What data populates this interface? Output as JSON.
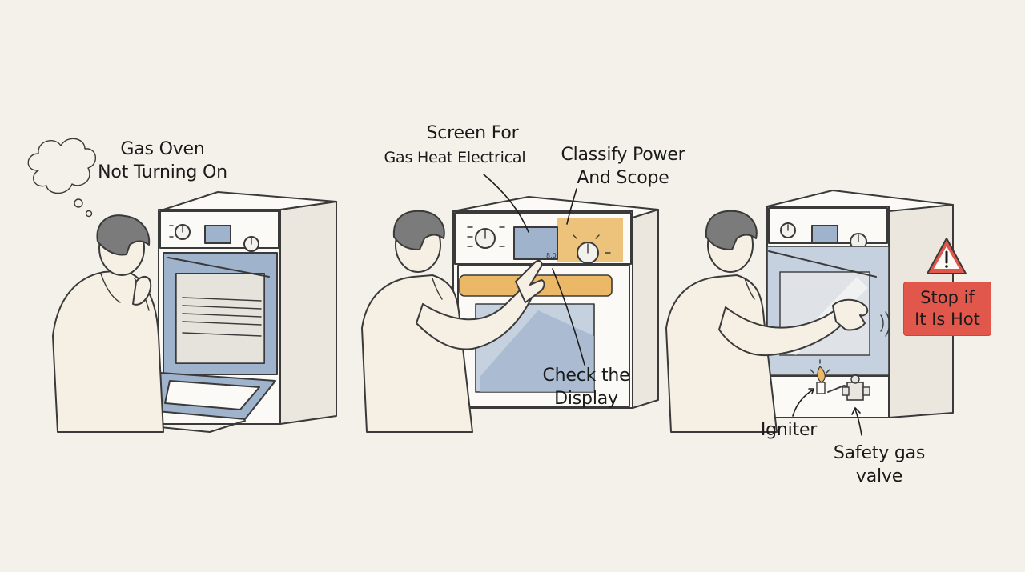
{
  "panels": [
    {
      "id": "panel-1",
      "label": "Gas Oven\nNot Turning On"
    },
    {
      "id": "panel-2",
      "labels": {
        "screen_for_line1": "Screen For",
        "screen_for_line2": "Gas Heat Electrical",
        "classify": "Classify Power\nAnd Scope",
        "check": "Check the\nDisplay"
      }
    },
    {
      "id": "panel-3",
      "labels": {
        "warning": "Stop if\nIt Is Hot",
        "igniter": "Igniter",
        "valve": "Safety gas\nvalve"
      }
    }
  ],
  "colors": {
    "background": "#f4f1ea",
    "oven_blue": "#9fb3cc",
    "highlight_orange": "#eab866",
    "warning_red": "#e2574c",
    "line": "#3a3a3a"
  },
  "icons": [
    "thought-cloud-icon",
    "warning-triangle-icon",
    "igniter-flame-icon",
    "gas-valve-icon"
  ]
}
